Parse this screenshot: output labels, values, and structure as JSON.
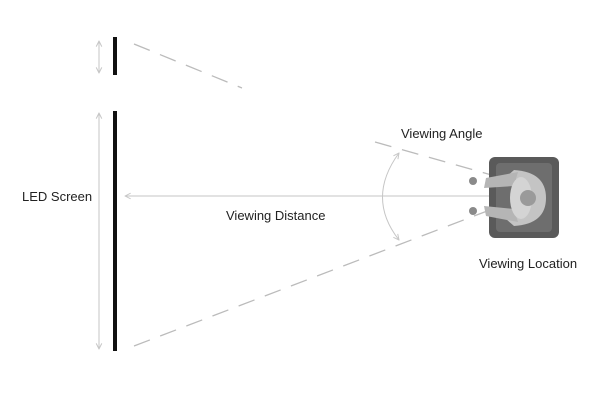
{
  "labels": {
    "screen": "LED Screen",
    "distance": "Viewing Distance",
    "angle": "Viewing Angle",
    "location": "Viewing Location"
  },
  "colors": {
    "screen": "#111111",
    "guide_lines": "#bbbbbb",
    "arrows": "#c6c6c6",
    "chair": "#5a5a5a",
    "person": "#c4c4c4",
    "text": "#222222"
  },
  "icons": {
    "viewer": "person-seated-top-view-icon"
  }
}
